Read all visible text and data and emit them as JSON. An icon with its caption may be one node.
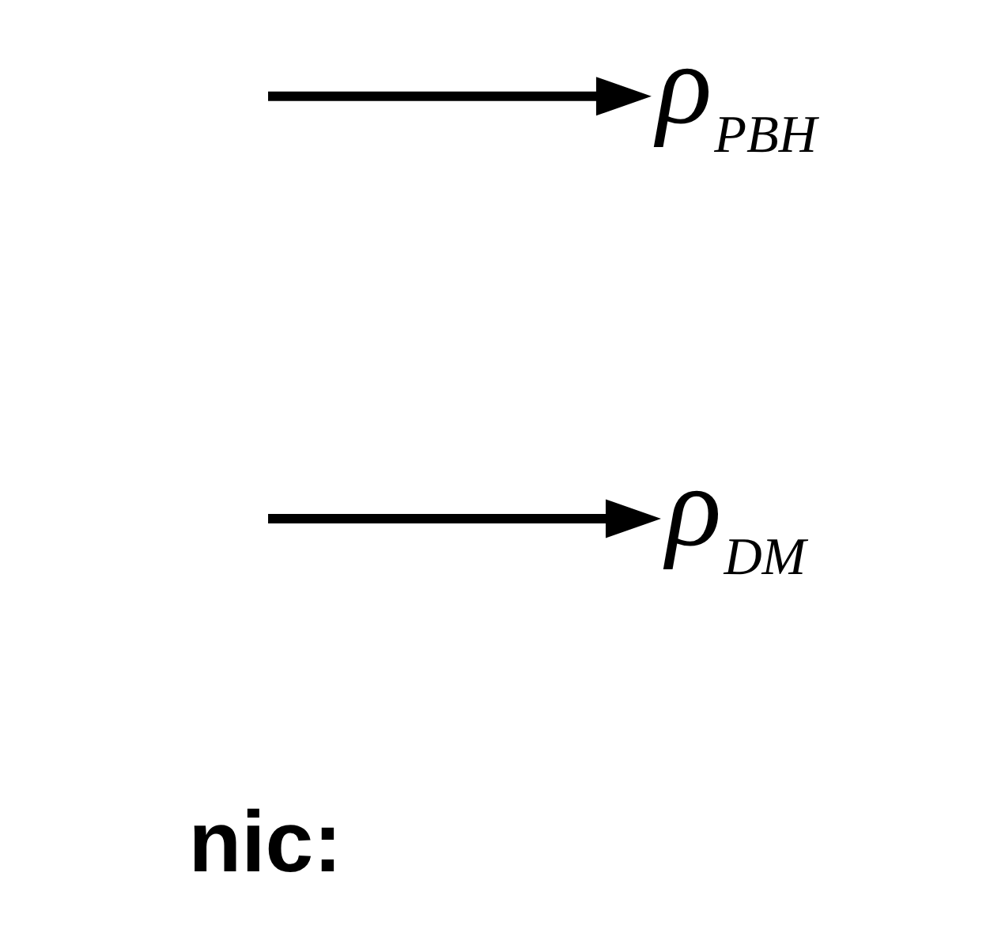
{
  "diagram": {
    "nodes": [
      {
        "text": [
          "ρ$_{DM}$"
        ]
      },
      {
        "text": [
          "ρ$_{PBH}$"
        ]
      }
    ],
    "edges": [
      {
        "from": null,
        "to": 0,
        "arrow": "to"
      },
      {
        "from": null,
        "to": 1,
        "arrow": "to"
      }
    ],
    "labels": [
      "nic:"
    ]
  }
}
